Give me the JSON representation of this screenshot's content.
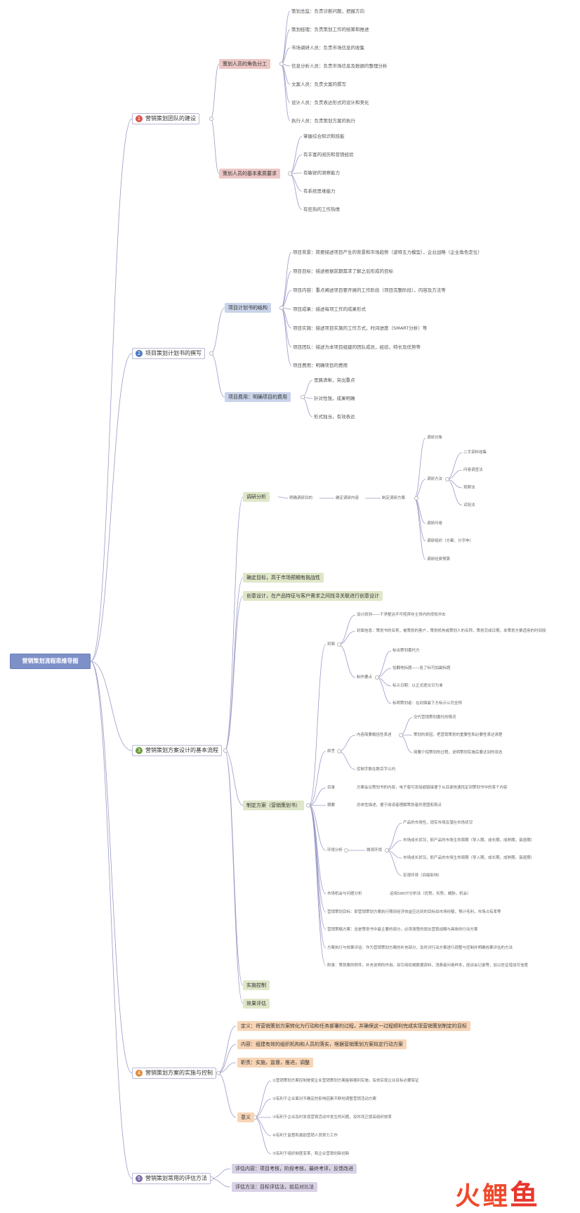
{
  "root": "营销策划流程思维导图",
  "sections": [
    {
      "num": "1",
      "title": "营销策划团队的建设",
      "color": "#d9534f",
      "children": [
        {
          "label": "策划人员的角色分工",
          "style": "red",
          "items": [
            "策划总监：负责诊断问题，把握方向",
            "策划经理：负责策划工作的统筹和推进",
            "市场调研人员：负责市场信息的收集",
            "信息分析人员：负责市场信息及数据的整理分析",
            "文案人员：负责文案的撰写",
            "设计人员：负责表达形式的设计和美化",
            "执行人员：负责策划方案的执行"
          ]
        },
        {
          "label": "策划人员的基本素质要求",
          "style": "red",
          "items": [
            "掌握综合知识和技能",
            "有丰富的阅历和营销经验",
            "有敏锐的洞察能力",
            "有系统思维能力",
            "有狂热的工作热情"
          ]
        }
      ]
    },
    {
      "num": "2",
      "title": "项目策划计划书的撰写",
      "color": "#4a78c2",
      "children": [
        {
          "label": "项目计划书的结构",
          "style": "blue",
          "items": [
            "项目背景：简要描述项目产生的背景和市场趋势（波特五力模型），企业战略（企业角色定位）",
            "项目目标：描述根据前期需求了解之后形成的目标",
            "项目内容：重点阐述项目要开展的工作阶段（项目完整阶段），内容及方法等",
            "项目成果：描述每项工作的成果形式",
            "项目实施：描述项目实施的工作方式，时间进度（SMART分析）等",
            "项目团队：描述为本项目组建的团队成员，经验，特长及优势等",
            "项目费用：明确项目的费用"
          ]
        },
        {
          "label": "项目费用：明确项目的费用",
          "style": "blue",
          "items": [
            "思路清晰，突出重点",
            "针对性强，成果明确",
            "形式独当，有效表达"
          ]
        }
      ]
    },
    {
      "num": "3",
      "title": "营销策划方案设计的基本流程",
      "color": "#6a9a3a"
    },
    {
      "num": "4",
      "title": "营销策划方案的实施与控制",
      "color": "#e08a3a"
    },
    {
      "num": "5",
      "title": "营销策划常用的评估方法",
      "color": "#7d6aa8"
    }
  ],
  "s3": {
    "research": {
      "label": "调研分析",
      "l1": "明确调研目的",
      "l2": "确定调研内容",
      "l3": "制定调研方案",
      "items": [
        "调研对象",
        "调研方法",
        "调研问卷",
        "调研组织（方都、分字申）",
        "调研经费预算"
      ],
      "methods": [
        "二手资料收集",
        "问卷调查法",
        "观察法",
        "试验法"
      ]
    },
    "goal": "确定目标，高于市场预期有挑战性",
    "creative": "创意设计，在产品特征与客户需求之间找寻关联进行创意设计",
    "plan": {
      "label": "制定方案（营销策划书）",
      "cover": {
        "label": "封面",
        "a": "设计原则——干净整洁不可喧宾夺主领内的视觉冲击",
        "b": "封面信息：策划书的名称，被策划的客户，策划机构或策划人的名称，策划完成日期，本策划方案适用的时间段",
        "make": "制作要点",
        "makeItems": [
          "标出策划委托方",
          "恰翻地标题——各了标可加副标题",
          "标示日期：以正式提交日为准",
          "标明策划者：在封面最下方标示公司全称"
        ]
      },
      "preface": {
        "label": "前言",
        "a": "内容简要概括性表述",
        "aItems": [
          "交代营销策划委托的情况",
          "策划的原因，把营销策划的重要性和必要性表达清楚",
          "简要介绍策划的过程，说明策划实施后要达到的状态"
        ],
        "b": "控制字数在数百字以内"
      },
      "toc": "目录",
      "tocDesc": "方案会议策划书的内容，电子版可添加超链接便于从目录快速找定到策划书中的某个内容",
      "summary": "摘要",
      "summaryDesc": "总体性描述，便于阅读者理解策划者的意图和观点",
      "env": "环境分析",
      "envSub": "微观环境",
      "envItems": [
        "产品的市场性，现实市场及潜在市场状况",
        "市场成长状况，即产品的市场生命周期（导入期，成长期，成熟期，衰退期）",
        "市场成长状况，即产品的市场生命周期（导入期，成长期，成熟期，衰退期）",
        "宏观环境（间接影响）"
      ],
      "swot": "市场机会与问题分析",
      "swotDesc": "运用SWOT分析法（优势，劣势，威胁，机会）",
      "target": "营销策划目标：即营销策划方案执行期间经济效益应达到的目标如市场份额，预计毛利，市场占有率等",
      "strategy": "营销策略方案：这是策划书中最主要的部分，必须清楚的提出营销战略与具体的行动方案",
      "eval": "方案执行与效果评估：作为营销策划方案的补充部分，及时对行动方案进行调整与控制并明确效果评估的方法",
      "appendix": "附录：策划案的附件，补充说明的作用。如引用权威数据资料，消费者问卷样本，座谈会记录等，加以佐证增加可信度"
    },
    "impl": "实施控制",
    "effect": "效果评估"
  },
  "s4": {
    "def": "定义：将营销策划方案转化为行动和任务部署的过程，并确保这一过程顺利完成实现营销策划制定的目标",
    "content": "内容：组建有效的组织机构和人员的落实，根据营销策划方案拟定行动方案",
    "duty": "职责：实施，监督，推进，调整",
    "meaning": "意义",
    "meaningItems": [
      "①营销策划方案控制是使企业营销策划方案能够顺利实施，有效实现企业目标必要保证",
      "②有利于企业面对不确定的影响因素不断地调整营销活动方案",
      "③有利于企业及时发现营销活动中发生的问题，及时改正提高组织效率",
      "④有利于监督和激励营销人员努力工作",
      "⑤有利于组织制度变革，和企业营销创新创新"
    ]
  },
  "s5": {
    "content": "评估内容：项目考核，阶段考核，最终考评，反馈改进",
    "method": "评估方法：目标评估法，前后对比法"
  },
  "logo": {
    "a": "火",
    "b": "鲤",
    "c": "鱼"
  },
  "colors": {
    "red": "#ecc7c5",
    "blue": "#c9d4ea",
    "green": "#dfe7c9",
    "orange": "#f7d5b6",
    "purple": "#d9d2e6",
    "line": "#9a9ac8"
  }
}
